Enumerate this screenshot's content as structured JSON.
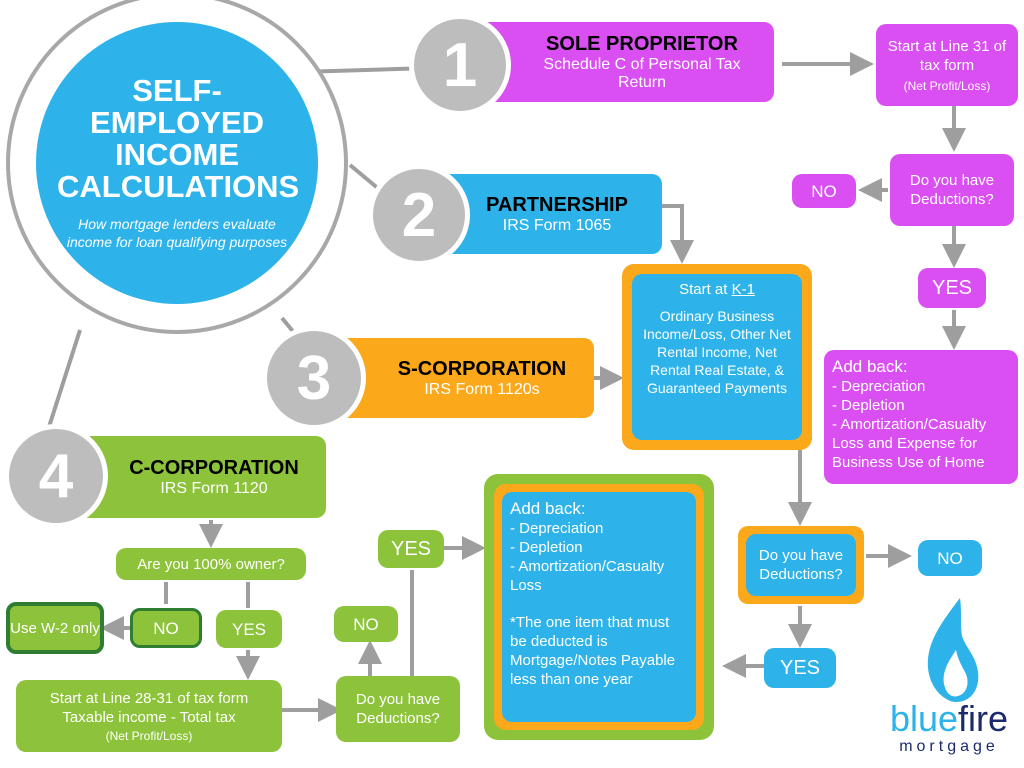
{
  "hero": {
    "title": "SELF-EMPLOYED INCOME CALCULATIONS",
    "subtitle": "How mortgage lenders evaluate income for loan qualifying purposes"
  },
  "sections": [
    {
      "number": "1",
      "title": "SOLE PROPRIETOR",
      "subtitle": "Schedule C of Personal Tax Return"
    },
    {
      "number": "2",
      "title": "PARTNERSHIP",
      "subtitle": "IRS Form 1065"
    },
    {
      "number": "3",
      "title": "S-CORPORATION",
      "subtitle": "IRS Form 1120s"
    },
    {
      "number": "4",
      "title": "C-CORPORATION",
      "subtitle": "IRS Form 1120"
    }
  ],
  "sole": {
    "start_main": "Start at Line 31 of tax form",
    "start_note": "(Net Profit/Loss)",
    "question": "Do you have Deductions?",
    "no": "NO",
    "yes": "YES",
    "addback_title": "Add back:",
    "addback_items": [
      "- Depreciation",
      "- Depletion",
      "- Amortization/Casualty Loss and Expense for Business Use of Home"
    ]
  },
  "k1": {
    "start_prefix": "Start at ",
    "start_link": "K-1",
    "body": "Ordinary Business Income/Loss, Other Net Rental Income, Net Rental Real Estate, & Guaranteed Payments",
    "question": "Do you have Deductions?",
    "no": "NO",
    "yes": "YES"
  },
  "center_addback": {
    "title": "Add back:",
    "items": [
      "- Depreciation",
      "- Depletion",
      "- Amortization/Casualty Loss"
    ],
    "note": "*The one item that must be deducted is Mortgage/Notes Payable less than one year"
  },
  "ccorp": {
    "owner_question": "Are you 100% owner?",
    "no": "NO",
    "yes": "YES",
    "w2": "Use W-2 only",
    "start_line1": "Start at Line 28-31 of tax form",
    "start_line2": "Taxable income - Total tax",
    "start_note": "(Net Profit/Loss)",
    "question": "Do you have Deductions?",
    "q_no": "NO",
    "q_yes": "YES"
  },
  "logo": {
    "word1": "blue",
    "word2": "fire",
    "tagline": "mortgage"
  },
  "colors": {
    "magenta": "#d94ff2",
    "blue": "#2db3ea",
    "orange": "#fba81a",
    "green": "#8dc33a",
    "gray": "#9e9e9e",
    "dark_green": "#2e7d32"
  }
}
